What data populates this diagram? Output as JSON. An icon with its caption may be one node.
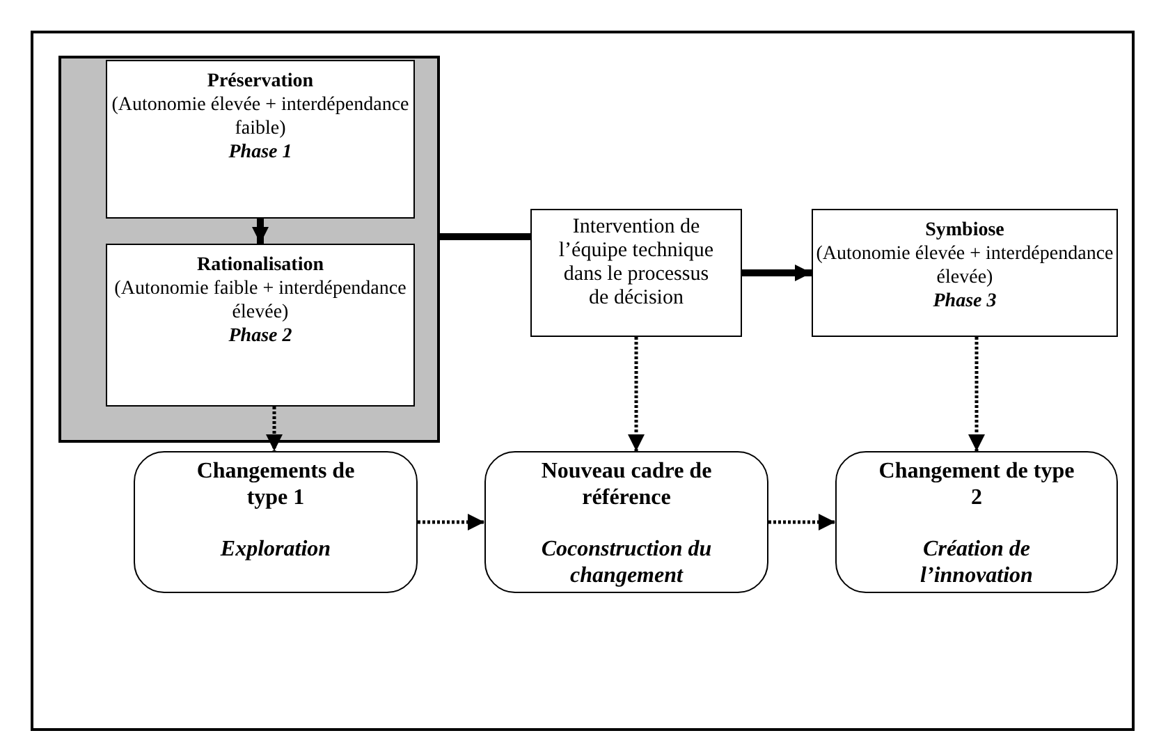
{
  "diagram": {
    "nodes": [
      {
        "text": [],
        "shape": "box"
      },
      {
        "text": [
          "Préservation",
          "(Autonomie élevée + interdépendance faible)",
          "Phase 1"
        ],
        "in": 0
      },
      {
        "text": [
          "Rationalisation",
          "(Autonomie faible + interdépendance élevée)",
          "Phase 2"
        ],
        "in": 0
      },
      {
        "text": [
          "Intervention de l’équipe technique dans le processus de décision"
        ]
      },
      {
        "text": [
          "Symbiose",
          "(Autonomie élevée + interdépendance élevée)",
          "Phase 3"
        ]
      },
      {
        "text": [
          "Changements de type 1",
          "Exploration"
        ]
      },
      {
        "text": [
          "Nouveau cadre de référence",
          "Coconstruction du changement"
        ]
      },
      {
        "text": [
          "Changement de type 2",
          "Création de l’innovation"
        ]
      }
    ],
    "edges": [
      {
        "from": 1,
        "to": 2,
        "arrow": "to",
        "style": "thick"
      },
      {
        "from": 0,
        "to": 3,
        "arrow": "none",
        "style": "thick"
      },
      {
        "from": 3,
        "to": 4,
        "arrow": "to",
        "style": "thick"
      },
      {
        "from": 2,
        "to": 5,
        "arrow": "to",
        "style": "dashed"
      },
      {
        "from": 3,
        "to": 6,
        "arrow": "to",
        "style": "dashed"
      },
      {
        "from": 4,
        "to": 7,
        "arrow": "to",
        "style": "dashed"
      },
      {
        "from": 5,
        "to": 6,
        "arrow": "to",
        "style": "dashed"
      },
      {
        "from": 6,
        "to": 7,
        "arrow": "to",
        "style": "dashed"
      }
    ]
  }
}
